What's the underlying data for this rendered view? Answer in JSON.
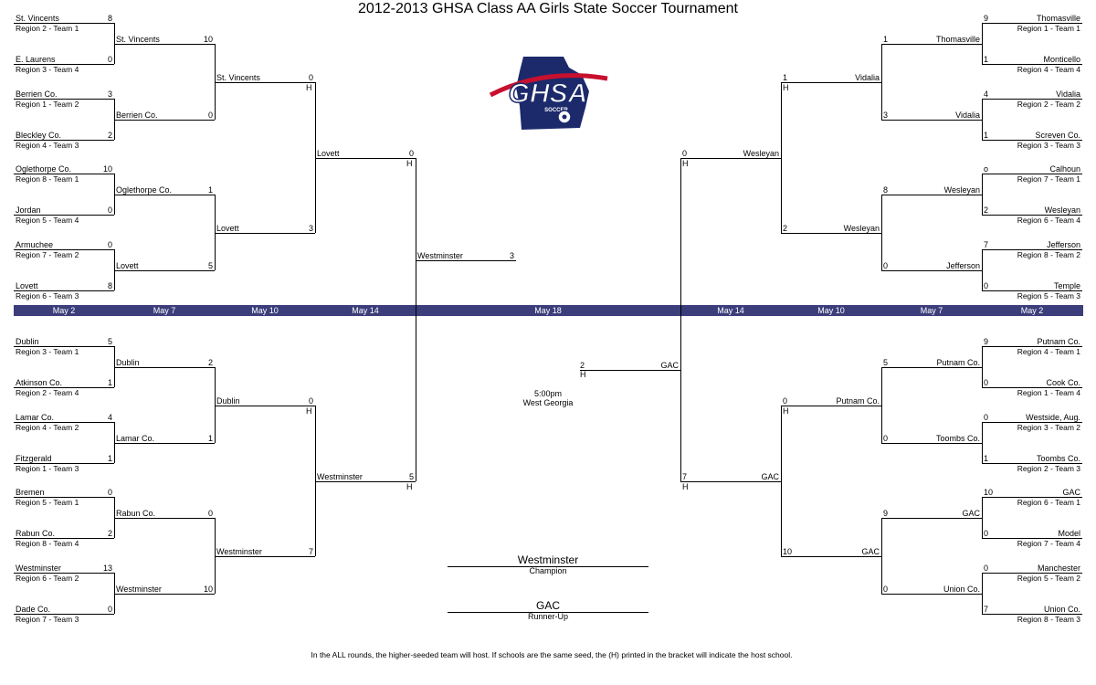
{
  "title": "2012-2013 GHSA Class AA Girls State Soccer Tournament",
  "logo": {
    "text": "GHSA",
    "subtext": "SOCCER",
    "colors": {
      "navy": "#1c2a6b",
      "red": "#c8102e",
      "gold": "#d4a017"
    }
  },
  "band_color": "#3b3e7a",
  "dates": [
    "May 2",
    "May 7",
    "May 10",
    "May 14",
    "May 18",
    "May 14",
    "May 10",
    "May 7",
    "May 2"
  ],
  "host_mark": "H",
  "final": {
    "team1": "Westminster",
    "score1": "3",
    "team2": "GAC",
    "score2": "2",
    "time": "5:00pm",
    "venue": "West Georgia"
  },
  "champion": {
    "name": "Westminster",
    "label": "Champion"
  },
  "runner_up": {
    "name": "GAC",
    "label": "Runner-Up"
  },
  "footnote": "In the ALL rounds, the higher-seeded team will host.  If schools are the same seed, the (H) printed in the bracket will indicate the host school.",
  "left_top": {
    "r1": [
      {
        "name": "St. Vincents",
        "seed": "Region 2 - Team 1",
        "score": "8"
      },
      {
        "name": "E. Laurens",
        "seed": "Region 3 - Team 4",
        "score": "0"
      },
      {
        "name": "Berrien Co.",
        "seed": "Region 1 - Team 2",
        "score": "3"
      },
      {
        "name": "Bleckley Co.",
        "seed": "Region 4 - Team 3",
        "score": "2"
      },
      {
        "name": "Oglethorpe Co.",
        "seed": "Region 8 - Team 1",
        "score": "10"
      },
      {
        "name": "Jordan",
        "seed": "Region 5 - Team 4",
        "score": "0"
      },
      {
        "name": "Armuchee",
        "seed": "Region 7 - Team 2",
        "score": "0"
      },
      {
        "name": "Lovett",
        "seed": "Region 6 - Team 3",
        "score": "8"
      }
    ],
    "r2": [
      {
        "name": "St. Vincents",
        "score": "10"
      },
      {
        "name": "Berrien Co.",
        "score": "0"
      },
      {
        "name": "Oglethorpe Co.",
        "score": "1"
      },
      {
        "name": "Lovett",
        "score": "5"
      }
    ],
    "r3": [
      {
        "name": "St. Vincents",
        "score": "0"
      },
      {
        "name": "Lovett",
        "score": "3"
      }
    ],
    "r4": [
      {
        "name": "Lovett",
        "score": "0"
      }
    ]
  },
  "left_bottom": {
    "r1": [
      {
        "name": "Dublin",
        "seed": "Region 3 - Team 1",
        "score": "5"
      },
      {
        "name": "Atkinson Co.",
        "seed": "Region 2 - Team 4",
        "score": "1"
      },
      {
        "name": "Lamar Co.",
        "seed": "Region 4 - Team 2",
        "score": "4"
      },
      {
        "name": "Fitzgerald",
        "seed": "Region 1 - Team 3",
        "score": "1"
      },
      {
        "name": "Bremen",
        "seed": "Region 5 - Team 1",
        "score": "0"
      },
      {
        "name": "Rabun Co.",
        "seed": "Region 8 - Team 4",
        "score": "2"
      },
      {
        "name": "Westminster",
        "seed": "Region 6 - Team 2",
        "score": "13"
      },
      {
        "name": "Dade Co.",
        "seed": "Region 7 - Team 3",
        "score": "0"
      }
    ],
    "r2": [
      {
        "name": "Dublin",
        "score": "2"
      },
      {
        "name": "Lamar Co.",
        "score": "1"
      },
      {
        "name": "Rabun Co.",
        "score": "0"
      },
      {
        "name": "Westminster",
        "score": "10"
      }
    ],
    "r3": [
      {
        "name": "Dublin",
        "score": "0"
      },
      {
        "name": "Westminster",
        "score": "7"
      }
    ],
    "r4": [
      {
        "name": "Westminster",
        "score": "5"
      }
    ]
  },
  "right_top": {
    "r1": [
      {
        "name": "Thomasville",
        "seed": "Region 1 - Team 1",
        "score": "9"
      },
      {
        "name": "Monticello",
        "seed": "Region 4 - Team 4",
        "score": "1"
      },
      {
        "name": "Vidalia",
        "seed": "Region 2 - Team 2",
        "score": "4"
      },
      {
        "name": "Screven Co.",
        "seed": "Region 3 - Team 3",
        "score": "1"
      },
      {
        "name": "Calhoun",
        "seed": "Region 7 - Team 1",
        "score": "o"
      },
      {
        "name": "Wesleyan",
        "seed": "Region 6 - Team 4",
        "score": "2"
      },
      {
        "name": "Jefferson",
        "seed": "Region 8 - Team 2",
        "score": "7"
      },
      {
        "name": "Temple",
        "seed": "Region 5 - Team 3",
        "score": "0"
      }
    ],
    "r2": [
      {
        "name": "Thomasville",
        "score": "1"
      },
      {
        "name": "Vidalia",
        "score": "3"
      },
      {
        "name": "Wesleyan",
        "score": "8"
      },
      {
        "name": "Jefferson",
        "score": "0"
      }
    ],
    "r3": [
      {
        "name": "Vidalia",
        "score": "1"
      },
      {
        "name": "Wesleyan",
        "score": "2"
      }
    ],
    "r4": [
      {
        "name": "Wesleyan",
        "score": "0"
      }
    ]
  },
  "right_bottom": {
    "r1": [
      {
        "name": "Putnam Co.",
        "seed": "Region 4 - Team 1",
        "score": "9"
      },
      {
        "name": "Cook Co.",
        "seed": "Region 1 - Team 4",
        "score": "0"
      },
      {
        "name": "Westside, Aug.",
        "seed": "Region 3 - Team 2",
        "score": "0"
      },
      {
        "name": "Toombs Co.",
        "seed": "Region 2 - Team 3",
        "score": "1"
      },
      {
        "name": "GAC",
        "seed": "Region 6 - Team 1",
        "score": "10"
      },
      {
        "name": "Model",
        "seed": "Region 7 - Team 4",
        "score": "0"
      },
      {
        "name": "Manchester",
        "seed": "Region 5 - Team 2",
        "score": "0"
      },
      {
        "name": "Union Co.",
        "seed": "Region 8 - Team 3",
        "score": "7"
      }
    ],
    "r2": [
      {
        "name": "Putnam Co.",
        "score": "5"
      },
      {
        "name": "Toombs Co.",
        "score": "0"
      },
      {
        "name": "GAC",
        "score": "9"
      },
      {
        "name": "Union Co.",
        "score": "0"
      }
    ],
    "r3": [
      {
        "name": "Putnam Co.",
        "score": "0"
      },
      {
        "name": "GAC",
        "score": "10"
      }
    ],
    "r4": [
      {
        "name": "GAC",
        "score": "7"
      }
    ]
  }
}
